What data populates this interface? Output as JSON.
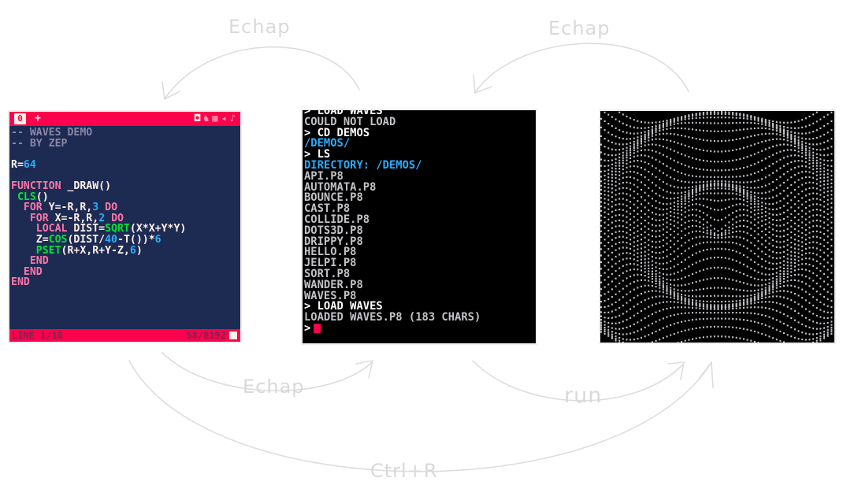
{
  "arrows": {
    "escape_top_left": "Echap",
    "escape_top_right": "Echap",
    "escape_bottom": "Echap",
    "run": "run",
    "ctrl_r": "Ctrl+R"
  },
  "editor": {
    "tab_number": "0",
    "tab_add": "+",
    "toolbar_icons": [
      "code-icon",
      "sprite-icon",
      "map-icon",
      "sfx-icon",
      "music-icon"
    ],
    "status_left": "LINE 1/16",
    "status_right": "58/8192",
    "colors": {
      "background": "#1d2b53",
      "bars": "#ff004d",
      "comment": "#8b86a8",
      "keyword": "#ff77a8",
      "number": "#29adff",
      "builtin": "#00e436"
    },
    "lines": [
      [
        {
          "t": "-- WAVES DEMO",
          "c": "cmt"
        }
      ],
      [
        {
          "t": "-- BY ZEP",
          "c": "cmt"
        }
      ],
      [],
      [
        {
          "t": "R=",
          "c": ""
        },
        {
          "t": "64",
          "c": "num"
        }
      ],
      [],
      [
        {
          "t": "FUNCTION",
          "c": "kw"
        },
        {
          "t": " _DRAW()",
          "c": ""
        }
      ],
      [
        {
          "t": " ",
          "c": ""
        },
        {
          "t": "CLS",
          "c": "fn"
        },
        {
          "t": "()",
          "c": ""
        }
      ],
      [
        {
          "t": "  ",
          "c": ""
        },
        {
          "t": "FOR",
          "c": "kw"
        },
        {
          "t": " Y=-R,R,",
          "c": ""
        },
        {
          "t": "3",
          "c": "num"
        },
        {
          "t": " ",
          "c": ""
        },
        {
          "t": "DO",
          "c": "kw"
        }
      ],
      [
        {
          "t": "   ",
          "c": ""
        },
        {
          "t": "FOR",
          "c": "kw"
        },
        {
          "t": " X=-R,R,",
          "c": ""
        },
        {
          "t": "2",
          "c": "num"
        },
        {
          "t": " ",
          "c": ""
        },
        {
          "t": "DO",
          "c": "kw"
        }
      ],
      [
        {
          "t": "    ",
          "c": ""
        },
        {
          "t": "LOCAL",
          "c": "kw"
        },
        {
          "t": " DIST=",
          "c": ""
        },
        {
          "t": "SQRT",
          "c": "fn"
        },
        {
          "t": "(X*X+Y*Y)",
          "c": ""
        }
      ],
      [
        {
          "t": "    Z=",
          "c": ""
        },
        {
          "t": "COS",
          "c": "fn"
        },
        {
          "t": "(DIST/",
          "c": ""
        },
        {
          "t": "40",
          "c": "num"
        },
        {
          "t": "-T())*",
          "c": ""
        },
        {
          "t": "6",
          "c": "num"
        }
      ],
      [
        {
          "t": "    ",
          "c": ""
        },
        {
          "t": "PSET",
          "c": "fn"
        },
        {
          "t": "(R+X,R+Y-Z,",
          "c": ""
        },
        {
          "t": "6",
          "c": "num"
        },
        {
          "t": ")",
          "c": ""
        }
      ],
      [
        {
          "t": "   ",
          "c": ""
        },
        {
          "t": "END",
          "c": "kw"
        }
      ],
      [
        {
          "t": "  ",
          "c": ""
        },
        {
          "t": "END",
          "c": "kw"
        }
      ],
      [
        {
          "t": "END",
          "c": "kw"
        }
      ]
    ]
  },
  "terminal": {
    "colors": {
      "text": "#c2c3c7",
      "command": "#ffffff",
      "directory": "#29adff",
      "cursor": "#ff004d"
    },
    "lines": [
      {
        "t": "> LOAD WAVES",
        "c": "white"
      },
      {
        "t": "COULD NOT LOAD",
        "c": ""
      },
      {
        "t": "> CD DEMOS",
        "c": "white"
      },
      {
        "t": "/DEMOS/",
        "c": "blue"
      },
      {
        "t": "> LS",
        "c": "white"
      },
      {
        "t": "DIRECTORY: /DEMOS/",
        "c": "blue"
      },
      {
        "t": "API.P8",
        "c": ""
      },
      {
        "t": "AUTOMATA.P8",
        "c": ""
      },
      {
        "t": "BOUNCE.P8",
        "c": ""
      },
      {
        "t": "CAST.P8",
        "c": ""
      },
      {
        "t": "COLLIDE.P8",
        "c": ""
      },
      {
        "t": "DOTS3D.P8",
        "c": ""
      },
      {
        "t": "DRIPPY.P8",
        "c": ""
      },
      {
        "t": "HELLO.P8",
        "c": ""
      },
      {
        "t": "JELPI.P8",
        "c": ""
      },
      {
        "t": "SORT.P8",
        "c": ""
      },
      {
        "t": "WANDER.P8",
        "c": ""
      },
      {
        "t": "WAVES.P8",
        "c": ""
      },
      {
        "t": "> LOAD WAVES",
        "c": "white"
      },
      {
        "t": "LOADED WAVES.P8 (183 CHARS)",
        "c": ""
      }
    ],
    "prompt": ">"
  },
  "demo": {
    "colors": {
      "background": "#000000",
      "dots": "#c2c3c7"
    }
  }
}
